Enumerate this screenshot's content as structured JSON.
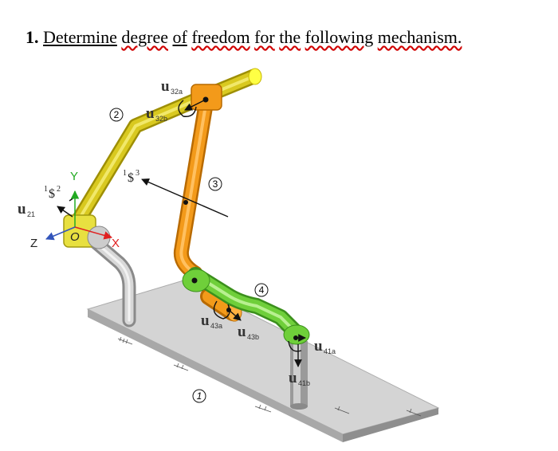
{
  "question": {
    "number": "1.",
    "words": [
      "Determine",
      "degree",
      "of",
      "freedom",
      "for",
      "the",
      "following",
      "mechanism."
    ]
  },
  "labels": {
    "u32a": {
      "main": "u",
      "sub": "32a"
    },
    "u32b": {
      "main": "u",
      "sub": "32b"
    },
    "u21": {
      "main": "u",
      "sub": "21"
    },
    "u43a": {
      "main": "u",
      "sub": "43a"
    },
    "u43b": {
      "main": "u",
      "sub": "43b"
    },
    "u41a": {
      "main": "u",
      "sub": "41a"
    },
    "u41b": {
      "main": "u",
      "sub": "41b"
    },
    "s2": {
      "pre": "1",
      "main": "$",
      "sup": "2"
    },
    "s3": {
      "pre": "1",
      "main": "$",
      "sup": "3"
    }
  },
  "links": {
    "l1": "1",
    "l2": "2",
    "l3": "3",
    "l4": "4"
  },
  "axes": {
    "x": "X",
    "y": "Y",
    "z": "Z",
    "origin": "O"
  },
  "colors": {
    "yellow": "#d8c81a",
    "orange": "#f39a1a",
    "green": "#6fcf3a",
    "gray": "#bdbdbd",
    "ground": "#cfcfcf"
  }
}
